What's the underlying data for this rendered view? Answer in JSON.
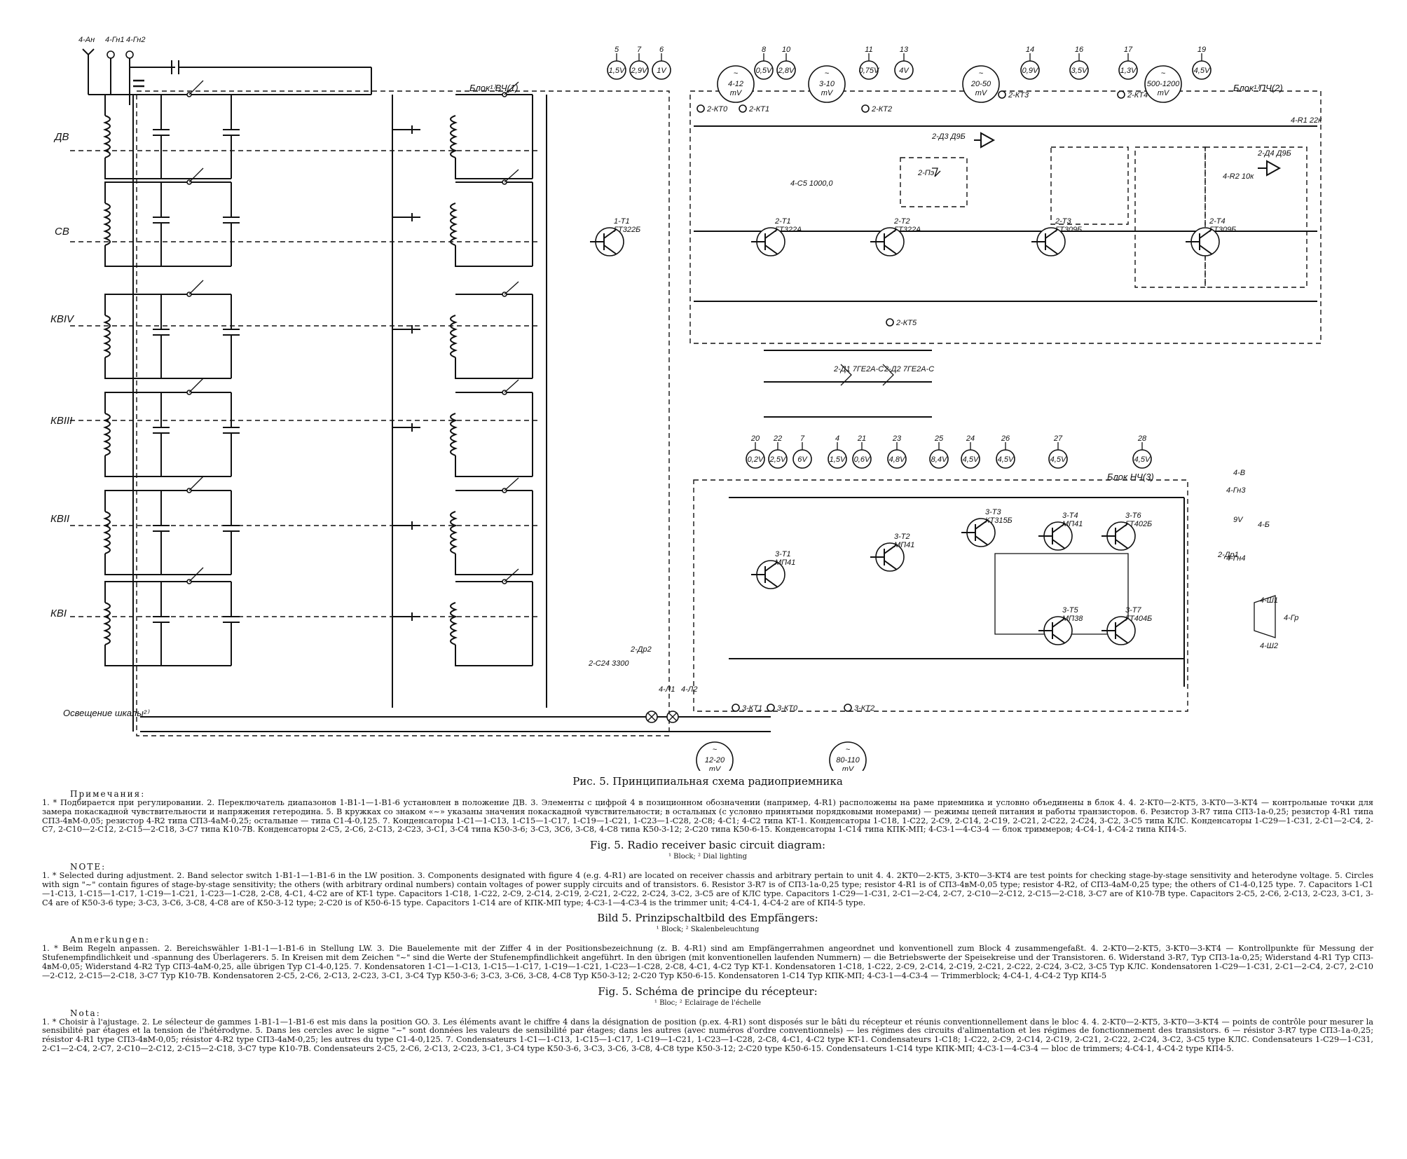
{
  "schematic": {
    "blocks": {
      "hf": "Блок¹⁾ВЧ(1)",
      "if": "Блок¹⁾ПЧ(2)",
      "af": "Блок НЧ(3)"
    },
    "bands": [
      "ДВ",
      "СВ",
      "КВIV",
      "КВIII",
      "КВII",
      "КВI"
    ],
    "scale_light": "Освещение шкалы²⁾",
    "antenna_inputs": [
      "4-Ан",
      "4-Гн1",
      "4-Гн2"
    ],
    "circle_labels": [
      {
        "num": "5",
        "v": "1,5V"
      },
      {
        "num": "7",
        "v": "2,9V"
      },
      {
        "num": "6",
        "v": "1V"
      },
      {
        "num": "8",
        "v": "0,5V"
      },
      {
        "num": "10",
        "v": "2,8V"
      },
      {
        "num": "11",
        "v": "0,75V"
      },
      {
        "num": "13",
        "v": "4V"
      },
      {
        "num": "14",
        "v": "0,9V"
      },
      {
        "num": "16",
        "v": "3,5V"
      },
      {
        "num": "17",
        "v": "1,3V"
      },
      {
        "num": "19",
        "v": "4,5V"
      },
      {
        "num": "20",
        "v": "0,2V"
      },
      {
        "num": "22",
        "v": "2,5V"
      },
      {
        "num": "7",
        "v": "6V"
      },
      {
        "num": "4",
        "v": "1,5V"
      },
      {
        "num": "21",
        "v": "0,6V"
      },
      {
        "num": "23",
        "v": "4,8V"
      },
      {
        "num": "25",
        "v": "8,4V"
      },
      {
        "num": "24",
        "v": "4,5V"
      },
      {
        "num": "26",
        "v": "4,5V"
      },
      {
        "num": "27",
        "v": "4,5V"
      },
      {
        "num": "28",
        "v": "4,5V"
      }
    ],
    "mv_labels": [
      "4-12 mV",
      "3-10 mV",
      "20-50 mV",
      "500-1200 mV",
      "12-20 mV",
      "80-110 mV"
    ],
    "test_points": [
      "2-КТ0",
      "2-КТ1",
      "2-КТ2",
      "2-КТ3",
      "2-КТ4",
      "2-КТ5",
      "3-КТ1",
      "3-КТ0",
      "3-КТ2"
    ],
    "transistors": [
      {
        "ref": "1-T1",
        "type": "ГТ322Б"
      },
      {
        "ref": "2-T1",
        "type": "ГТ322А"
      },
      {
        "ref": "2-T2",
        "type": "ГТ322А"
      },
      {
        "ref": "2-T3",
        "type": "ГТ309Б"
      },
      {
        "ref": "2-T4",
        "type": "ГТ309Б"
      },
      {
        "ref": "3-T1",
        "type": "МП41"
      },
      {
        "ref": "3-T2",
        "type": "МП41"
      },
      {
        "ref": "3-T3",
        "type": "КТ315Б"
      },
      {
        "ref": "3-T4",
        "type": "МП41"
      },
      {
        "ref": "3-T5",
        "type": "МП38"
      },
      {
        "ref": "3-T6",
        "type": "ГТ402Б"
      },
      {
        "ref": "3-T7",
        "type": "ГТ404Б"
      }
    ],
    "misc_labels": [
      "2-Д3 Д9Б",
      "2-Д4 Д9Б",
      "2-Д1 7ГЕ2А-С",
      "2-Д2 7ГЕ2А-С",
      "2-Пэ",
      "4-Гн3",
      "4-Гн4",
      "4-Гр",
      "4-Ш1",
      "4-Ш2",
      "4-Л1",
      "4-Л2",
      "9V",
      "4-Б",
      "4-В",
      "4-R1 22к",
      "4-R2 10к",
      "4-C5 1000,0",
      "2-C24 3300",
      "2-Др2",
      "2-Др1"
    ]
  },
  "captions": {
    "ru": {
      "title": "Рис. 5. Принципиальная схема радиоприемника",
      "head": "Примечания:",
      "body": "1. * Подбирается при регулировании. 2. Переключатель диапазонов 1-В1-1—1-В1-6 установлен в положение ДВ. 3. Элементы с цифрой 4 в позиционном обозначении (например, 4-R1) расположены на раме приемника и условно объединены в блок 4. 4. 2-КТ0—2-КТ5, 3-КТ0—3-КТ4 — контрольные точки для замера покаскадной чувствительности и напряжения гетеродина. 5. В кружках со знаком «~» указаны значения покаскадной чувствительности; в остальных (с условно принятыми порядковыми номерами) — режимы цепей питания и работы транзисторов. 6. Резистор 3-R7 типа СП3-1а-0,25; резистор 4-R1 типа СП3-4вМ-0,05; резистор 4-R2 типа СП3-4аМ-0,25; остальные — типа С1-4-0,125. 7. Конденсаторы 1-C1—1-C13, 1-C15—1-C17, 1-C19—1-C21, 1-C23—1-C28, 2-C8; 4-C1; 4-C2 типа КТ-1. Конденсаторы 1-C18, 1-C22, 2-C9, 2-C14, 2-C19, 2-C21, 2-C22, 2-C24, 3-C2, 3-C5 типа КЛС. Конденсаторы 1-C29—1-C31, 2-C1—2-C4, 2-C7, 2-C10—2-C12, 2-C15—2-C18, 3-C7 типа К10-7В. Конденсаторы 2-C5, 2-C6, 2-C13, 2-C23, 3-C1, 3-C4 типа К50-3-6; 3-C3, 3C6, 3-C8, 4-C8 типа К50-3-12; 2-C20 типа К50-6-15. Конденсаторы 1-C14 типа КПК-МП; 4-C3-1—4-C3-4 — блок триммеров; 4-C4-1, 4-C4-2 типа КП4-5."
    },
    "en": {
      "title": "Fig. 5. Radio receiver basic circuit diagram:",
      "sub": "¹ Block; ² Dial lighting",
      "head": "NOTE:",
      "body": "1. * Selected during adjustment. 2. Band selector switch 1-B1-1—1-B1-6 in the LW position. 3. Components designated with figure 4 (e.g. 4-R1) are located on receiver chassis and arbitrary pertain to unit 4. 4. 2KT0—2-KT5, 3-KT0—3-KT4 are test points for checking stage-by-stage sensitivity and heterodyne voltage. 5. Circles with sign \"~\" contain figures of stage-by-stage sensitivity; the others (with arbitrary ordinal numbers) contain voltages of power supply circuits and of transistors. 6. Resistor 3-R7 is of СП3-1а-0,25 type; resistor 4-R1 is of СП3-4вМ-0,05 type; resistor 4-R2, of СП3-4аМ-0,25 type; the others of C1-4-0,125 type. 7. Capacitors 1-C1—1-C13, 1-C15—1-C17, 1-C19—1-C21, 1-C23—1-C28, 2-C8, 4-C1, 4-C2 are of KT-1 type. Capacitors 1-C18, 1-C22, 2-C9, 2-C14, 2-C19, 2-C21, 2-C22, 2-C24, 3-C2, 3-C5 are of КЛС type. Capacitors 1-C29—1-C31, 2-C1—2-C4, 2-C7, 2-C10—2-C12, 2-C15—2-C18, 3-C7 are of К10-7В type. Capacitors 2-C5, 2-C6, 2-C13, 2-C23, 3-C1, 3-C4 are of К50-3-6 type; 3-C3, 3-C6, 3-C8, 4-C8 are of К50-3-12 type; 2-C20 is of К50-6-15 type. Capacitors 1-C14 are of КПК-МП type; 4-C3-1—4-C3-4 is the trimmer unit; 4-C4-1, 4-C4-2 are of КП4-5 type."
    },
    "de": {
      "title": "Bild 5. Prinzipschaltbild des Empfängers:",
      "sub": "¹ Block; ² Skalenbeleuchtung",
      "head": "Anmerkungen:",
      "body": "1. * Beim Regeln anpassen. 2. Bereichswähler 1-B1-1—1-B1-6 in Stellung LW. 3. Die Bauelemente mit der Ziffer 4 in der Positionsbezeichnung (z. B. 4-R1) sind am Empfängerrahmen angeordnet und konventionell zum Block 4 zusammengefaßt. 4. 2-KT0—2-KT5, 3-KT0—3-KT4 — Kontrollpunkte für Messung der Stufenempfindlichkeit und -spannung des Überlagerers. 5. In Kreisen mit dem Zeichen \"~\" sind die Werte der Stufenempfindlichkeit angeführt. In den übrigen (mit konventionellen laufenden Nummern) — die Betriebswerte der Speisekreise und der Transistoren. 6. Widerstand 3-R7, Typ СП3-1а-0,25; Widerstand 4-R1 Typ СП3-4вМ-0,05; Widerstand 4-R2 Typ СП3-4аМ-0,25, alle übrigen Typ С1-4-0,125. 7. Kondensatoren 1-C1—1-C13, 1-C15—1-C17, 1-C19—1-C21, 1-C23—1-C28, 2-C8, 4-C1, 4-C2 Typ KT-1. Kondensatoren 1-C18, 1-C22, 2-C9, 2-C14, 2-C19, 2-C21, 2-C22, 2-C24, 3-C2, 3-C5 Typ КЛС. Kondensatoren 1-C29—1-C31, 2-C1—2-C4, 2-C7, 2-C10—2-C12, 2-C15—2-C18, 3-C7 Typ К10-7В. Kondensatoren 2-C5, 2-C6, 2-C13, 2-C23, 3-C1, 3-C4 Typ К50-3-6; 3-C3, 3-C6, 3-C8, 4-C8 Typ К50-3-12; 2-C20 Typ К50-6-15. Kondensatoren 1-C14 Typ КПК-МП; 4-C3-1—4-C3-4 — Trimmerblock; 4-C4-1, 4-C4-2 Typ КП4-5"
    },
    "fr": {
      "title": "Fig. 5. Schéma de principe du récepteur:",
      "sub": "¹ Bloc; ² Eclairage de l'échelle",
      "head": "Nota:",
      "body": "1. * Choisir à l'ajustage. 2. Le sélecteur de gammes 1-B1-1—1-B1-6 est mis dans la position GO. 3. Les éléments avant le chiffre 4 dans la désignation de position (p.ex. 4-R1) sont disposés sur le bâti du récepteur et réunis conventionnellement dans le bloc 4. 4. 2-KT0—2-KT5, 3-KT0—3-KT4 — points de contrôle pour mesurer la sensibilité par étages et la tension de l'hétérodyne. 5. Dans les cercles avec le signe \"~\" sont données les valeurs de sensibilité par étages; dans les autres (avec numéros d'ordre conventionnels) — les régimes des circuits d'alimentation et les régimes de fonctionnement des transistors. 6 — résistor 3-R7 type СП3-1а-0,25; résistor 4-R1 type СП3-4вМ-0,05; résistor 4-R2 type СП3-4аМ-0,25; les autres du type С1-4-0,125. 7. Condensateurs 1-C1—1-C13, 1-C15—1-C17, 1-C19—1-C21, 1-C23—1-C28, 2-C8, 4-C1, 4-C2 type KT-1. Condensateurs 1-C18; 1-C22, 2-C9, 2-C14, 2-C19, 2-C21, 2-C22, 2-C24, 3-C2, 3-C5 type КЛС. Condensateurs 1-C29—1-C31, 2-C1—2-C4, 2-C7, 2-C10—2-C12, 2-C15—2-C18, 3-C7 type К10-7В. Condensateurs 2-C5, 2-C6, 2-C13, 2-C23, 3-C1, 3-C4 type К50-3-6, 3-C3, 3-C6, 3-C8, 4-C8 type К50-3-12; 2-C20 type К50-6-15. Condensateurs 1-C14 type КПК-МП; 4-C3-1—4-C3-4 — bloc de trimmers; 4-C4-1, 4-C4-2 type КП4-5."
    }
  }
}
